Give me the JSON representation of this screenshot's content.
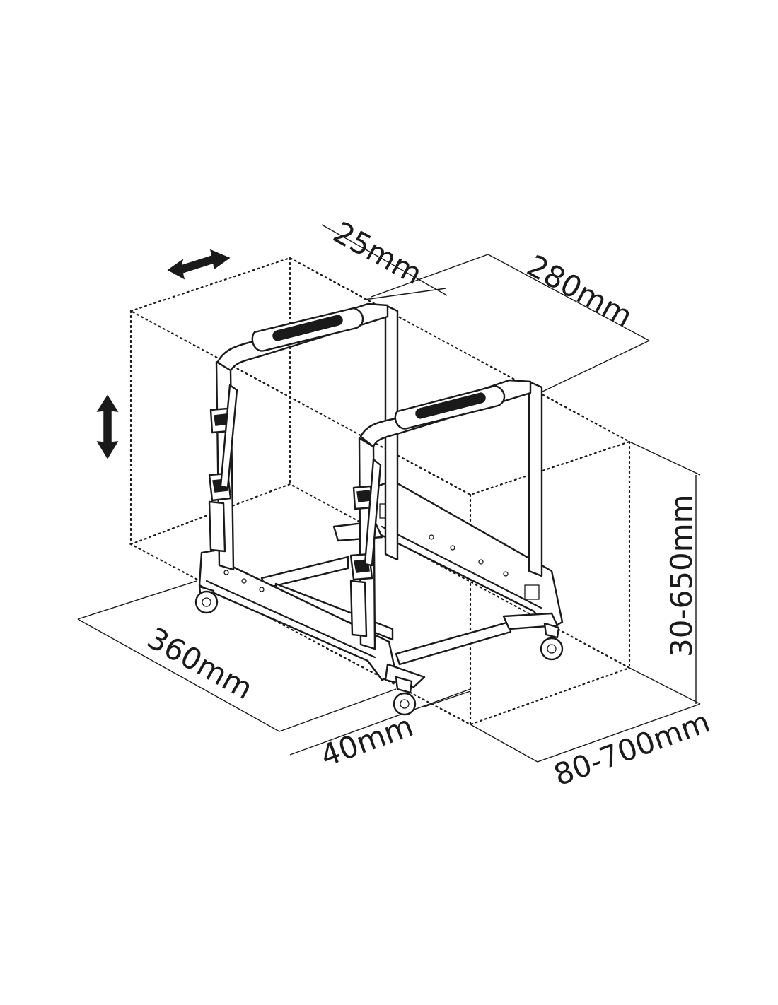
{
  "dimensions": {
    "slot_width": "25mm",
    "depth": "280mm",
    "height": "30-650mm",
    "width": "80-700mm",
    "base_length": "360mm",
    "base_offset": "40mm"
  },
  "icons": {
    "horizontal_adjust": "double-arrow-horizontal-icon",
    "vertical_adjust": "double-arrow-vertical-icon"
  },
  "colors": {
    "line": "#1a1a1a",
    "background": "#ffffff"
  }
}
